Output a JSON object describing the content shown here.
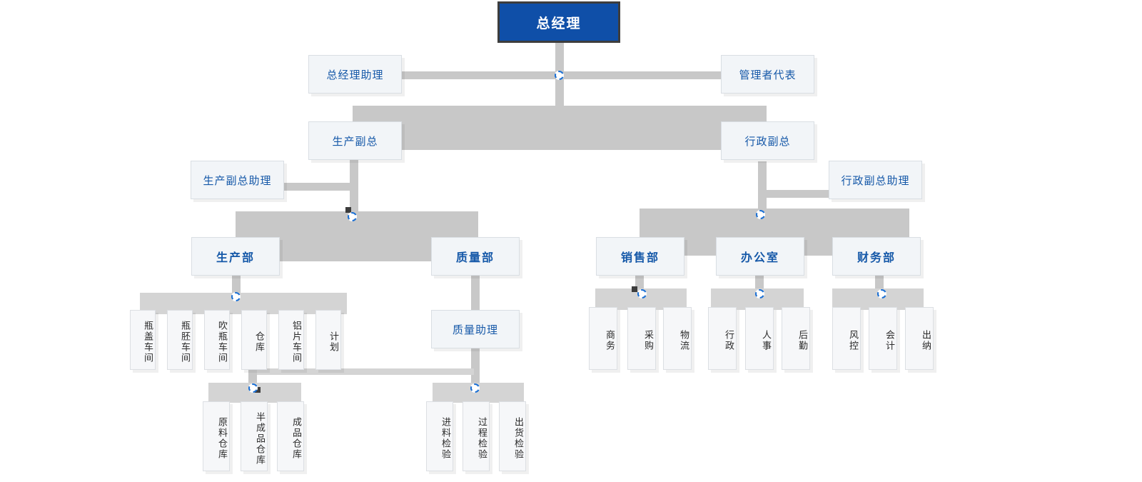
{
  "chart": {
    "type": "org-chart",
    "title": "总经理",
    "accent_color": "#0f4fa8",
    "node_text_color": "#1558a8",
    "connector_color": "#c8c8c8",
    "box_fill": "#f2f5f8"
  },
  "nodes": {
    "root": {
      "label": "总经理"
    },
    "gm_assistant": {
      "label": "总经理助理"
    },
    "mgmt_rep": {
      "label": "管理者代表"
    },
    "prod_vp": {
      "label": "生产副总"
    },
    "admin_vp": {
      "label": "行政副总"
    },
    "prod_vp_assistant": {
      "label": "生产副总助理"
    },
    "admin_vp_assistant": {
      "label": "行政副总助理"
    },
    "prod_dept": {
      "label": "生产部"
    },
    "qa_dept": {
      "label": "质量部"
    },
    "sales_dept": {
      "label": "销售部"
    },
    "office_dept": {
      "label": "办公室"
    },
    "finance_dept": {
      "label": "财务部"
    },
    "qa_assistant": {
      "label": "质量助理"
    }
  },
  "production_units": [
    {
      "label": "瓶盖车间"
    },
    {
      "label": "瓶胚车间"
    },
    {
      "label": "吹瓶车间"
    },
    {
      "label": "仓库"
    },
    {
      "label": "铝片车间"
    },
    {
      "label": "计划"
    }
  ],
  "warehouse_units": [
    {
      "label": "原料仓库"
    },
    {
      "label": "半成品仓库"
    },
    {
      "label": "成品仓库"
    }
  ],
  "inspection_units": [
    {
      "label": "进料检验"
    },
    {
      "label": "过程检验"
    },
    {
      "label": "出货检验"
    }
  ],
  "sales_units": [
    {
      "label": "商务"
    },
    {
      "label": "采购"
    },
    {
      "label": "物流"
    }
  ],
  "office_units": [
    {
      "label": "行政"
    },
    {
      "label": "人事"
    },
    {
      "label": "后勤"
    }
  ],
  "finance_units": [
    {
      "label": "风控"
    },
    {
      "label": "会计"
    },
    {
      "label": "出纳"
    }
  ]
}
